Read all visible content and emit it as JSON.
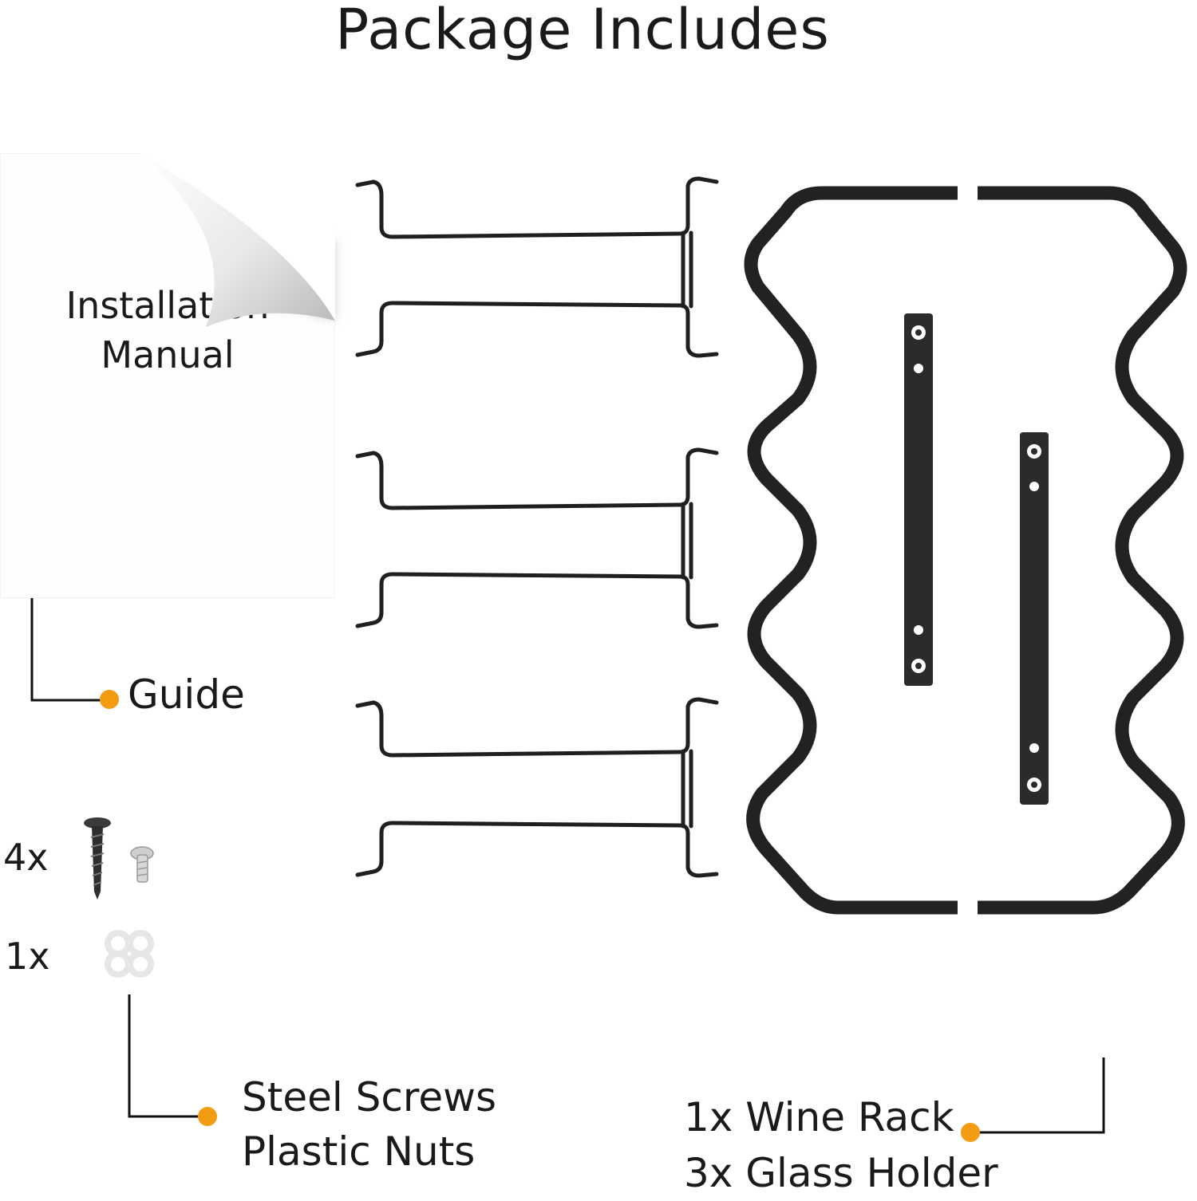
{
  "title": "Package Includes",
  "manual": {
    "line1": "Installation",
    "line2": "Manual"
  },
  "guide_label": "Guide",
  "screws": {
    "count_label": "4x",
    "nuts_count_label": "1x"
  },
  "hardware_label": {
    "line1": "Steel Screws",
    "line2": "Plastic Nuts"
  },
  "rack_label": {
    "line1": "1x Wine Rack",
    "line2": "3x Glass Holder"
  },
  "colors": {
    "accent": "#f39c12",
    "metal": "#1f1f1f",
    "leader": "#111111"
  }
}
